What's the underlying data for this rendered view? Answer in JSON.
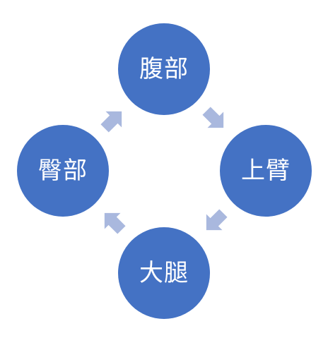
{
  "nodes": {
    "top": "腹部",
    "right": "上臂",
    "bottom": "大腿",
    "left": "臀部"
  },
  "colors": {
    "node_fill": "#4472c4",
    "arrow_fill": "#a9b8de",
    "label": "#ffffff"
  }
}
